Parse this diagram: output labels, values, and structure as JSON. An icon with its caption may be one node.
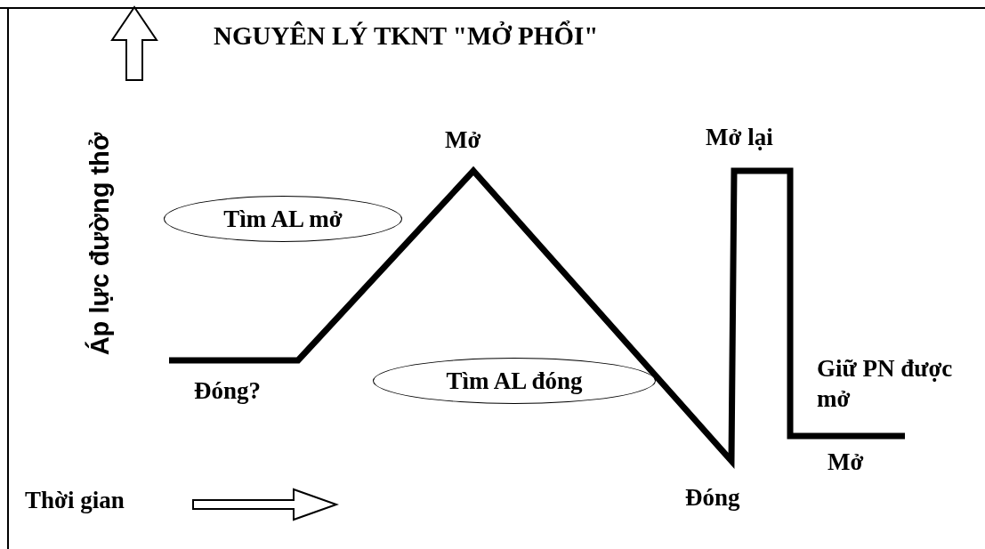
{
  "diagram": {
    "title": "NGUYÊN LÝ TKNT \"MỞ PHỔI\"",
    "nodes": [
      {
        "text": [
          "Tìm AL mở"
        ]
      },
      {
        "text": [
          "Tìm AL đóng"
        ]
      }
    ],
    "labels": [
      "Áp lực đường thở",
      "Mở",
      "Mở lại",
      "Đóng?",
      "Giữ PN được mở",
      "Mở",
      "Đóng",
      "Thời gian"
    ]
  }
}
